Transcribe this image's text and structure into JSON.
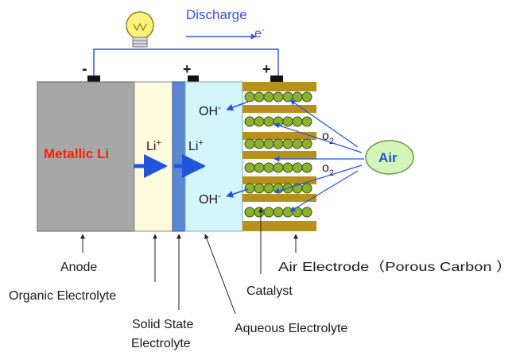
{
  "circuit": {
    "discharge_label": "Discharge",
    "electron_label": "e",
    "electron_sup": "-",
    "anode_terminal_sign": "-",
    "mid_terminal_sign": "+",
    "cathode_terminal_sign": "+"
  },
  "cell": {
    "metallic_li": "Metallic Li",
    "li_ion": "Li",
    "li_ion_sup": "+",
    "hydroxide": "OH",
    "hydroxide_sup": "-",
    "oxygen": "o",
    "oxygen_sub": "2",
    "air": "Air"
  },
  "labels": {
    "anode": "Anode",
    "organic_electrolyte": "Organic Electrolyte",
    "solid_state_line1": "Solid State",
    "solid_state_line2": "Electrolyte",
    "aqueous_electrolyte": "Aqueous Electrolyte",
    "catalyst": "Catalyst",
    "air_electrode": "Air Electrode（Porous Carbon ）"
  },
  "colors": {
    "anode": "#a7a7a7",
    "organic_electrolyte": "#fffbdc",
    "solid_electrolyte": "#5b86d6",
    "aqueous_electrolyte": "#d4f6fb",
    "carbon_bar": "#b8901c",
    "catalyst_ball": "#8bb22c",
    "arrow_blue": "#2255dd",
    "wire_blue": "#3a55d8",
    "metallic_li_red": "#ff2000",
    "air_bubble": "#d4f4b8",
    "bulb": "#fff27a"
  }
}
